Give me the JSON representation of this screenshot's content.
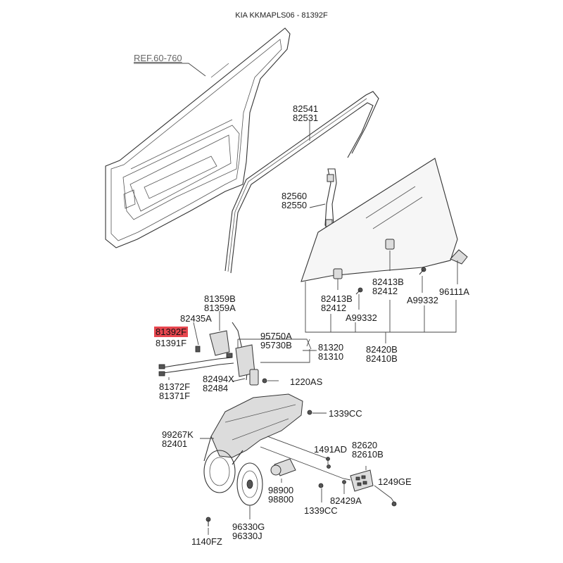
{
  "title": "KIA KKMAPLS06 - 81392F",
  "highlight_color": "#e8474f",
  "callouts": {
    "ref": "REF.60-760",
    "c82541": [
      "82541",
      "82531"
    ],
    "c82560": [
      "82560",
      "82550"
    ],
    "c81359": [
      "81359B",
      "81359A"
    ],
    "c82435": "82435A",
    "c81392": "81392F",
    "c81391": "81391F",
    "c95750": [
      "95750A",
      "95730B"
    ],
    "c81320": [
      "81320",
      "81310"
    ],
    "c82413b_left": [
      "82413B",
      "82412"
    ],
    "c82413b_mid": [
      "82413B",
      "82412"
    ],
    "c99332_mid": "A99332",
    "c99332_right": "A99332",
    "c96111": "96111A",
    "c82420": [
      "82420B",
      "82410B"
    ],
    "c82494": [
      "82494X",
      "82484"
    ],
    "c1220": "1220AS",
    "c81372": [
      "81372F",
      "81371F"
    ],
    "c1339_top": "1339CC",
    "c99267": [
      "99267K",
      "82401"
    ],
    "c1491": "1491AD",
    "c82620": [
      "82620",
      "82610B"
    ],
    "c98900": [
      "98900",
      "98800"
    ],
    "c1249": "1249GE",
    "c82429": "82429A",
    "c1339_bot": "1339CC",
    "c96330": [
      "96330G",
      "96330J"
    ],
    "c1140": "1140FZ"
  }
}
